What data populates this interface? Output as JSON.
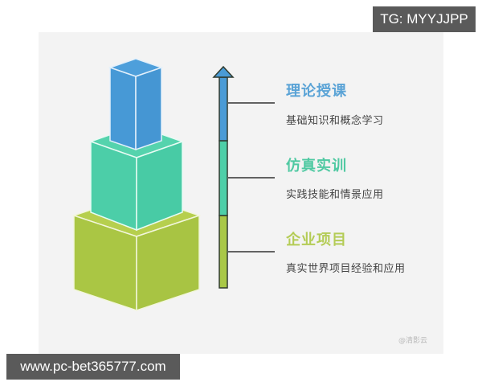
{
  "overlays": {
    "tg_label": "TG: MYYJJPP",
    "url_label": "www.pc-bet365777.com"
  },
  "diagram": {
    "type": "stacked-blocks-progression",
    "arrow_direction": "up",
    "levels": [
      {
        "title": "理论授课",
        "description": "基础知识和概念学习",
        "color": "#4a9bd6"
      },
      {
        "title": "仿真实训",
        "description": "实践技能和情景应用",
        "color": "#4ecfa8"
      },
      {
        "title": "企业项目",
        "description": "真实世界项目经验和应用",
        "color": "#a8c94a"
      }
    ],
    "watermark": "@清影云"
  }
}
